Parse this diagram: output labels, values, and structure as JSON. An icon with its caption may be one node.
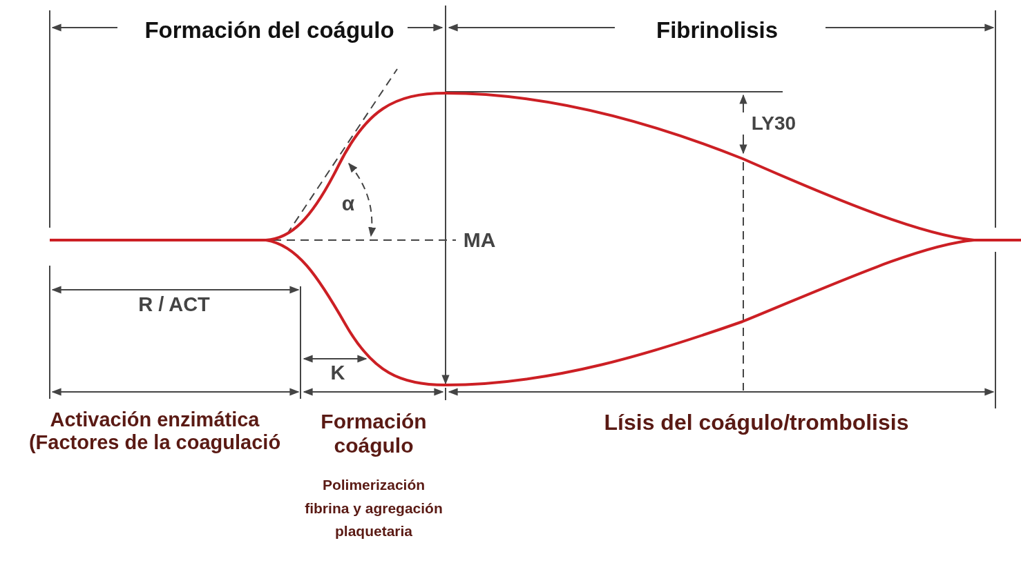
{
  "diagram": {
    "labels": [
      "Formación del coágulo",
      "Fibrinolisis",
      "LY30",
      "α",
      "MA",
      "R / ACT",
      "K",
      "Activación enzimática (Factores de la coagulació",
      "Formación coágulo",
      "Polimerización fibrina y agregación plaquetaria",
      "Lísis del coágulo/trombolisis"
    ]
  }
}
